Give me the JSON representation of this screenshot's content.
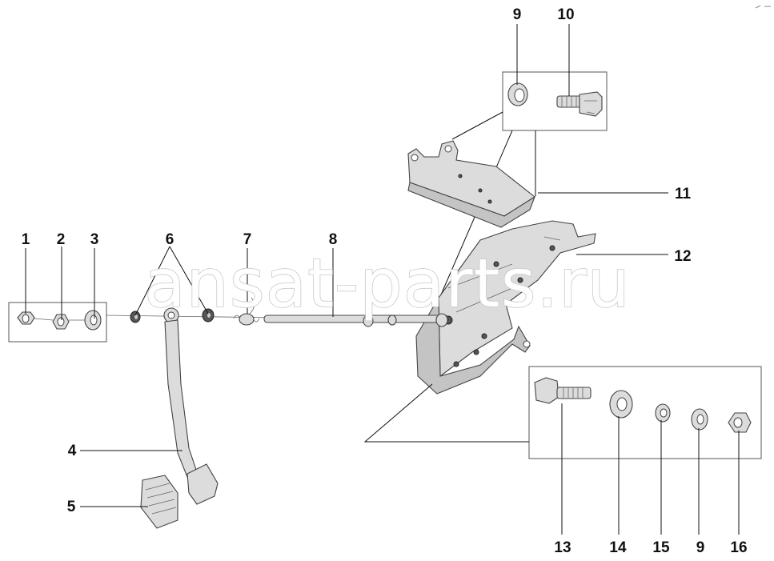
{
  "watermark": "ansat-parts.ru",
  "callouts": {
    "c1": "1",
    "c2": "2",
    "c3": "3",
    "c4": "4",
    "c5": "5",
    "c6": "6",
    "c7": "7",
    "c8": "8",
    "c9a": "9",
    "c10": "10",
    "c11": "11",
    "c12": "12",
    "c13": "13",
    "c14": "14",
    "c15": "15",
    "c9b": "9",
    "c16": "16"
  }
}
